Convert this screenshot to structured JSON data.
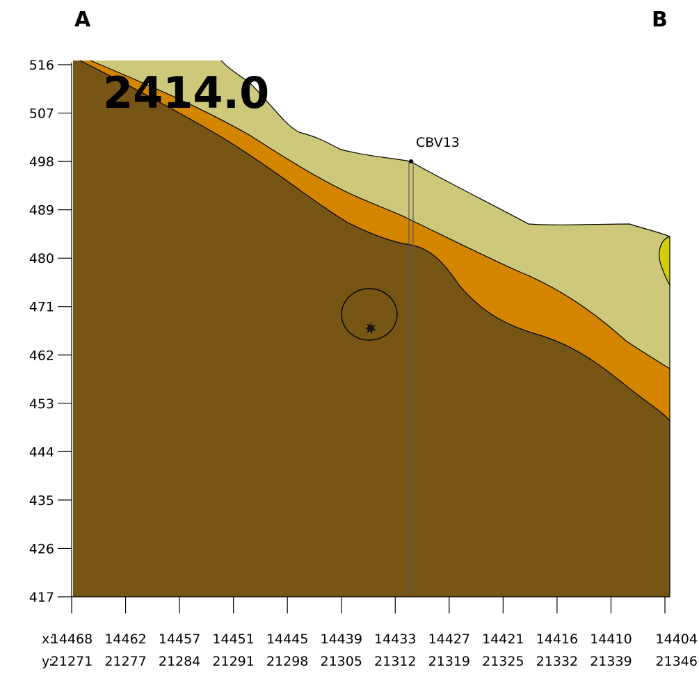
{
  "corner_left": "A",
  "corner_right": "B",
  "big_label": "2414.0",
  "well_label": "CBV13",
  "colors": {
    "bedrock": "#775515",
    "orange_layer": "#d48500",
    "khaki_layer": "#cdc87a",
    "yellow_lens": "#d4cd0a"
  },
  "chart_data": {
    "type": "cross-section",
    "title": "",
    "xlabel": "",
    "ylabel": "",
    "ylim": [
      417,
      516
    ],
    "y_ticks": [
      "516",
      "507",
      "498",
      "489",
      "480",
      "471",
      "462",
      "453",
      "444",
      "435",
      "426",
      "417"
    ],
    "x_row_prefix": "x:",
    "y_row_prefix": "y:",
    "x_ticks": [
      "14468",
      "14462",
      "14457",
      "14451",
      "14445",
      "14439",
      "14433",
      "14427",
      "14421",
      "14416",
      "14410",
      "14404"
    ],
    "y_ticks_bottom": [
      "21271",
      "21277",
      "21284",
      "21291",
      "21298",
      "21305",
      "21312",
      "21319",
      "21325",
      "21332",
      "21339",
      "21346"
    ]
  }
}
